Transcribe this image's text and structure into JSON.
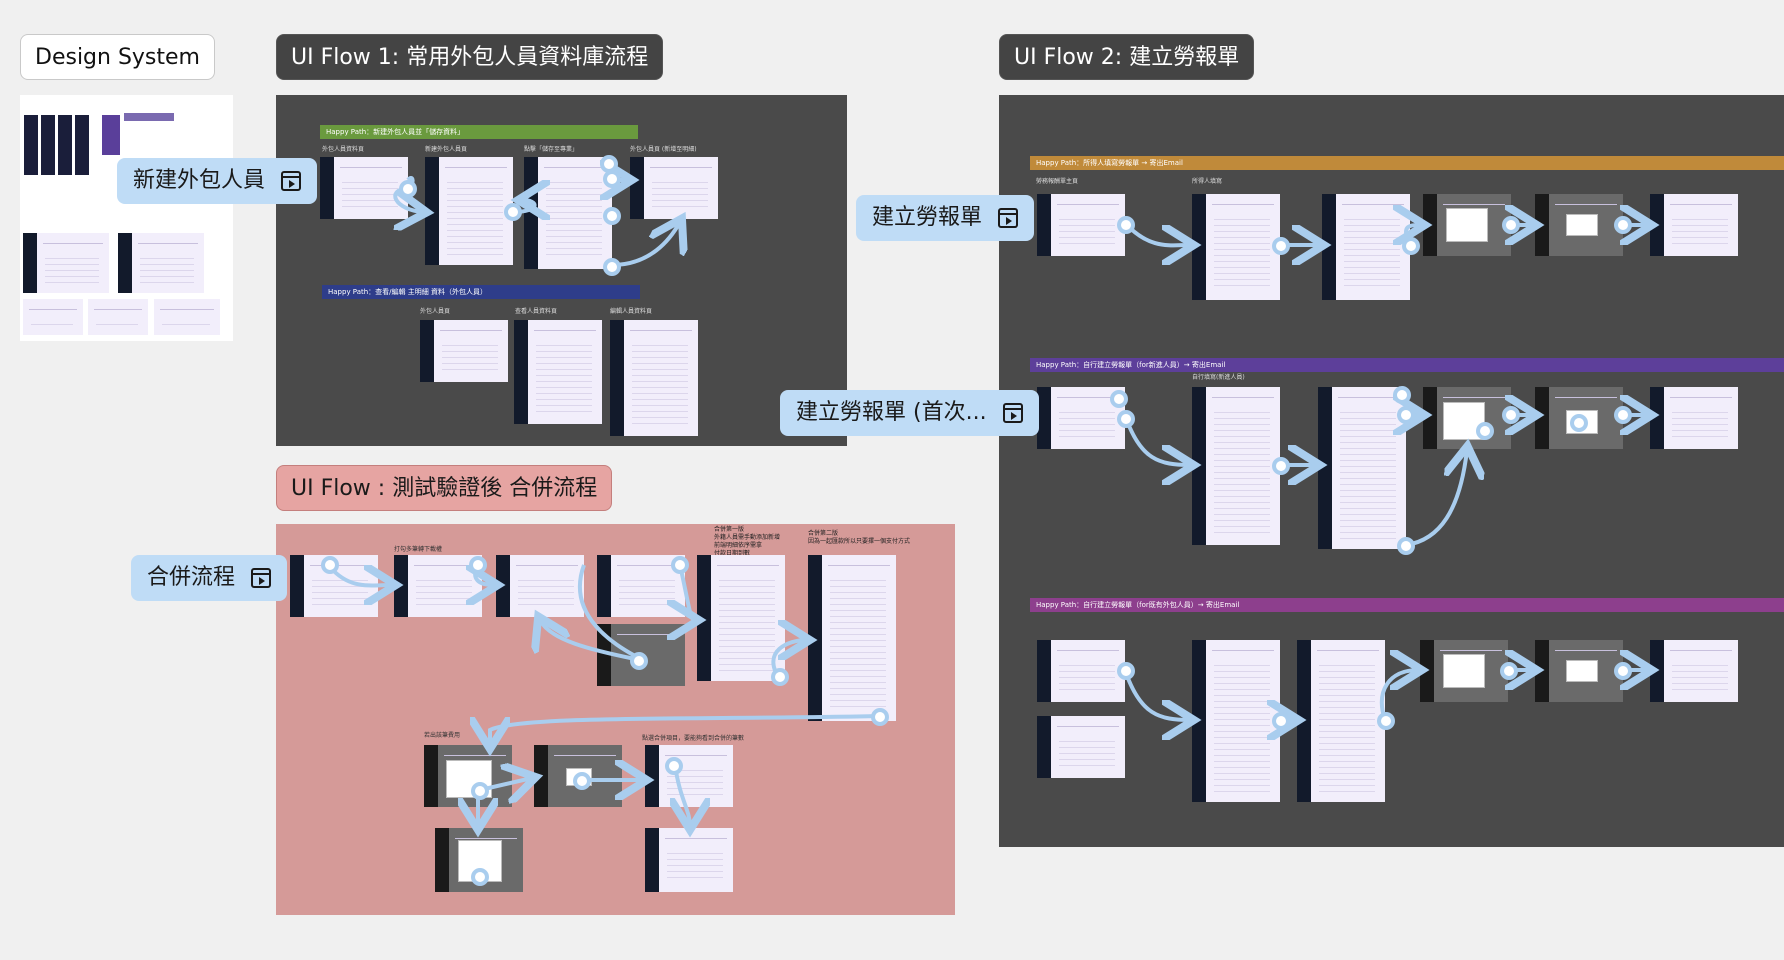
{
  "titles": {
    "design_system": "Design System",
    "flow1": "UI Flow 1: 常用外包人員資料庫流程",
    "flow2": "UI Flow 2: 建立勞報單",
    "flow3": "UI Flow : 測試驗證後 合併流程"
  },
  "flow_labels": {
    "new_contractor": "新建外包人員",
    "create_report": "建立勞報單",
    "create_report_first": "建立勞報單 (首次...",
    "merge_flow": "合併流程"
  },
  "flow1": {
    "happy1": "Happy Path：新建外包人員並「儲存資料」",
    "happy2": "Happy Path：查看/編輯 主明細 資料（外包人員）",
    "screen_labels": [
      "外包人員資料頁",
      "新建外包人員頁",
      "點擊「儲存至專業」",
      "外包人員頁 (新增至明細)"
    ],
    "screen_labels2": [
      "外包人員頁",
      "查看人員資料頁",
      "編輯人員資料頁"
    ]
  },
  "flow2": {
    "happy1": "Happy Path：所得人填寫勞報單 → 寄出Email",
    "happy2": "Happy Path：自行建立勞報單（for新進人員）→ 寄出Email",
    "happy3": "Happy Path：自行建立勞報單（for既有外包人員）→ 寄出Email",
    "labels1": [
      "勞務報酬單主頁",
      "所得人填寫"
    ],
    "labels2": [
      "自行填寫(新進人員)"
    ]
  },
  "flow3": {
    "note1": "合併第一版\n外籍人員需手動添加新增\n前端明細依序需拿\n付款日期到數",
    "note2": "合併第二版\n因為一起匯款所以只要擇一個支付方式",
    "label_a": "打勾多筆轉下載權",
    "label_b": "點選合併項目，要能夠看到合併的筆數",
    "label_c": "若出該筆費用"
  },
  "colors": {
    "board_dark": "#4a4a4a",
    "board_pink": "#d59a98",
    "label_blue": "#bfdcf6",
    "happy_green": "#6a9a3e",
    "happy_navy": "#2e3d8a",
    "happy_orange": "#c08a3a",
    "happy_purple": "#5d3f9a",
    "happy_magenta": "#8d3f8d",
    "arrow": "#a9cdee"
  },
  "icons": {
    "play": "play-icon"
  }
}
